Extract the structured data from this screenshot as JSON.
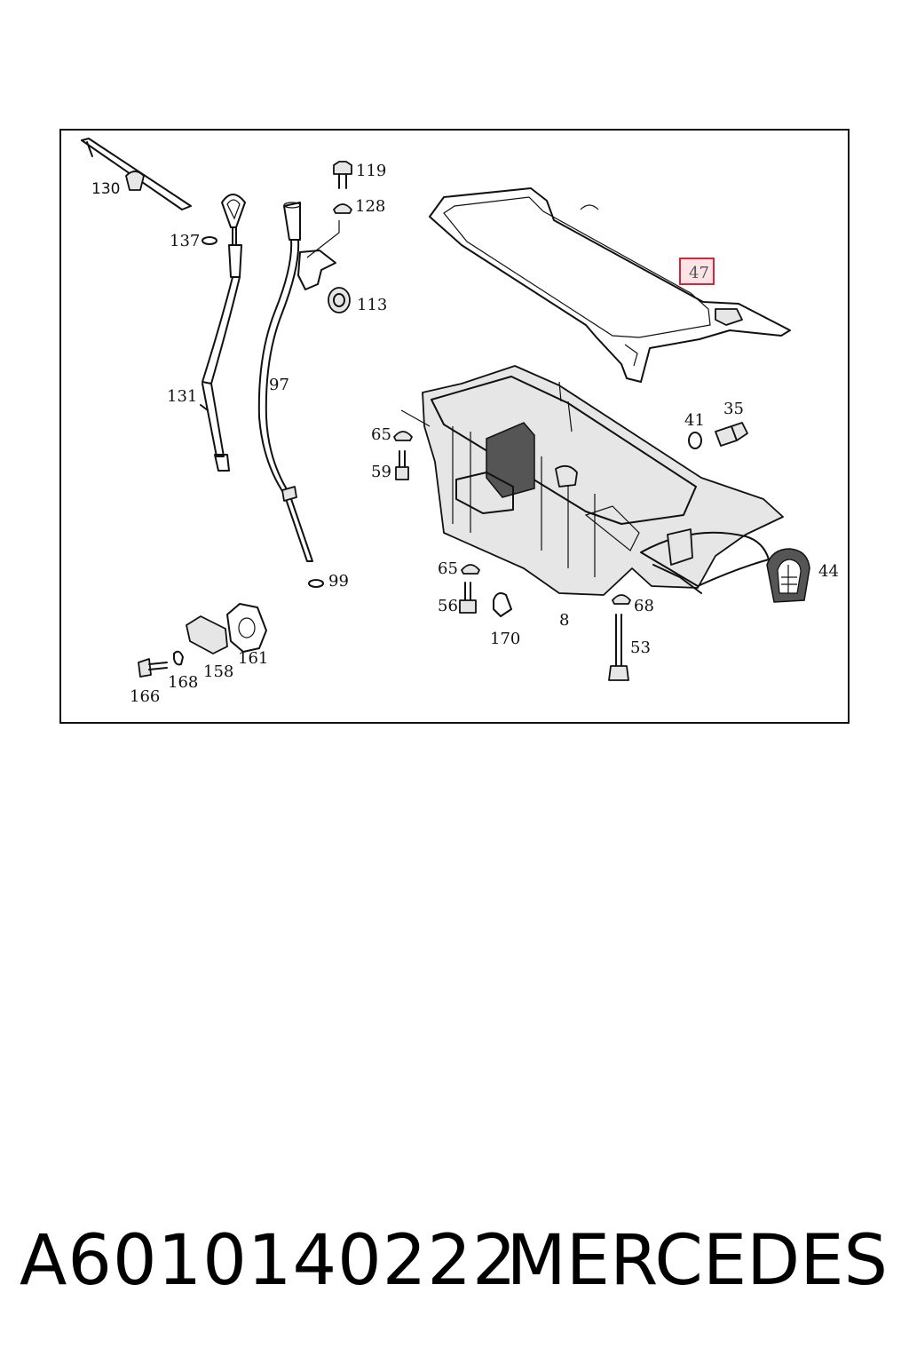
{
  "labels": [
    {
      "id": "130",
      "text": "130"
    },
    {
      "id": "137",
      "text": "137"
    },
    {
      "id": "119",
      "text": "119"
    },
    {
      "id": "128",
      "text": "128"
    },
    {
      "id": "113",
      "text": "113"
    },
    {
      "id": "131",
      "text": "131"
    },
    {
      "id": "97",
      "text": "97"
    },
    {
      "id": "47",
      "text": "47"
    },
    {
      "id": "41",
      "text": "41"
    },
    {
      "id": "35",
      "text": "35"
    },
    {
      "id": "65a",
      "text": "65"
    },
    {
      "id": "59",
      "text": "59"
    },
    {
      "id": "65b",
      "text": "65"
    },
    {
      "id": "56",
      "text": "56"
    },
    {
      "id": "170",
      "text": "170"
    },
    {
      "id": "8",
      "text": "8"
    },
    {
      "id": "68",
      "text": "68"
    },
    {
      "id": "53",
      "text": "53"
    },
    {
      "id": "44",
      "text": "44"
    },
    {
      "id": "99",
      "text": "99"
    },
    {
      "id": "161",
      "text": "161"
    },
    {
      "id": "158",
      "text": "158"
    },
    {
      "id": "168",
      "text": "168"
    },
    {
      "id": "166",
      "text": "166"
    }
  ],
  "highlight_color": "#d6263a",
  "footer": {
    "part_number": "A6010140222",
    "brand": "MERCEDES"
  }
}
